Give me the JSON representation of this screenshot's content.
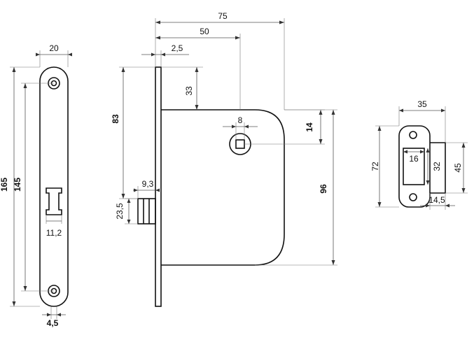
{
  "dimensions": {
    "faceplate_width": "20",
    "faceplate_height": "165",
    "screw_spacing": "145",
    "latch_width": "11,2",
    "faceplate_thickness": "4,5",
    "overall_depth": "75",
    "backset": "50",
    "plate_offset": "2,5",
    "spindle_offset_top": "33",
    "top_to_spindle": "83",
    "spindle_square": "8",
    "spindle_to_body_top": "14",
    "body_height": "96",
    "latch_projection": "9,3",
    "latch_height": "23,5",
    "strike_width": "35",
    "strike_height": "72",
    "strike_opening_width": "16",
    "strike_opening_height": "32",
    "strike_box_height": "45",
    "strike_box_depth": "14,5"
  }
}
